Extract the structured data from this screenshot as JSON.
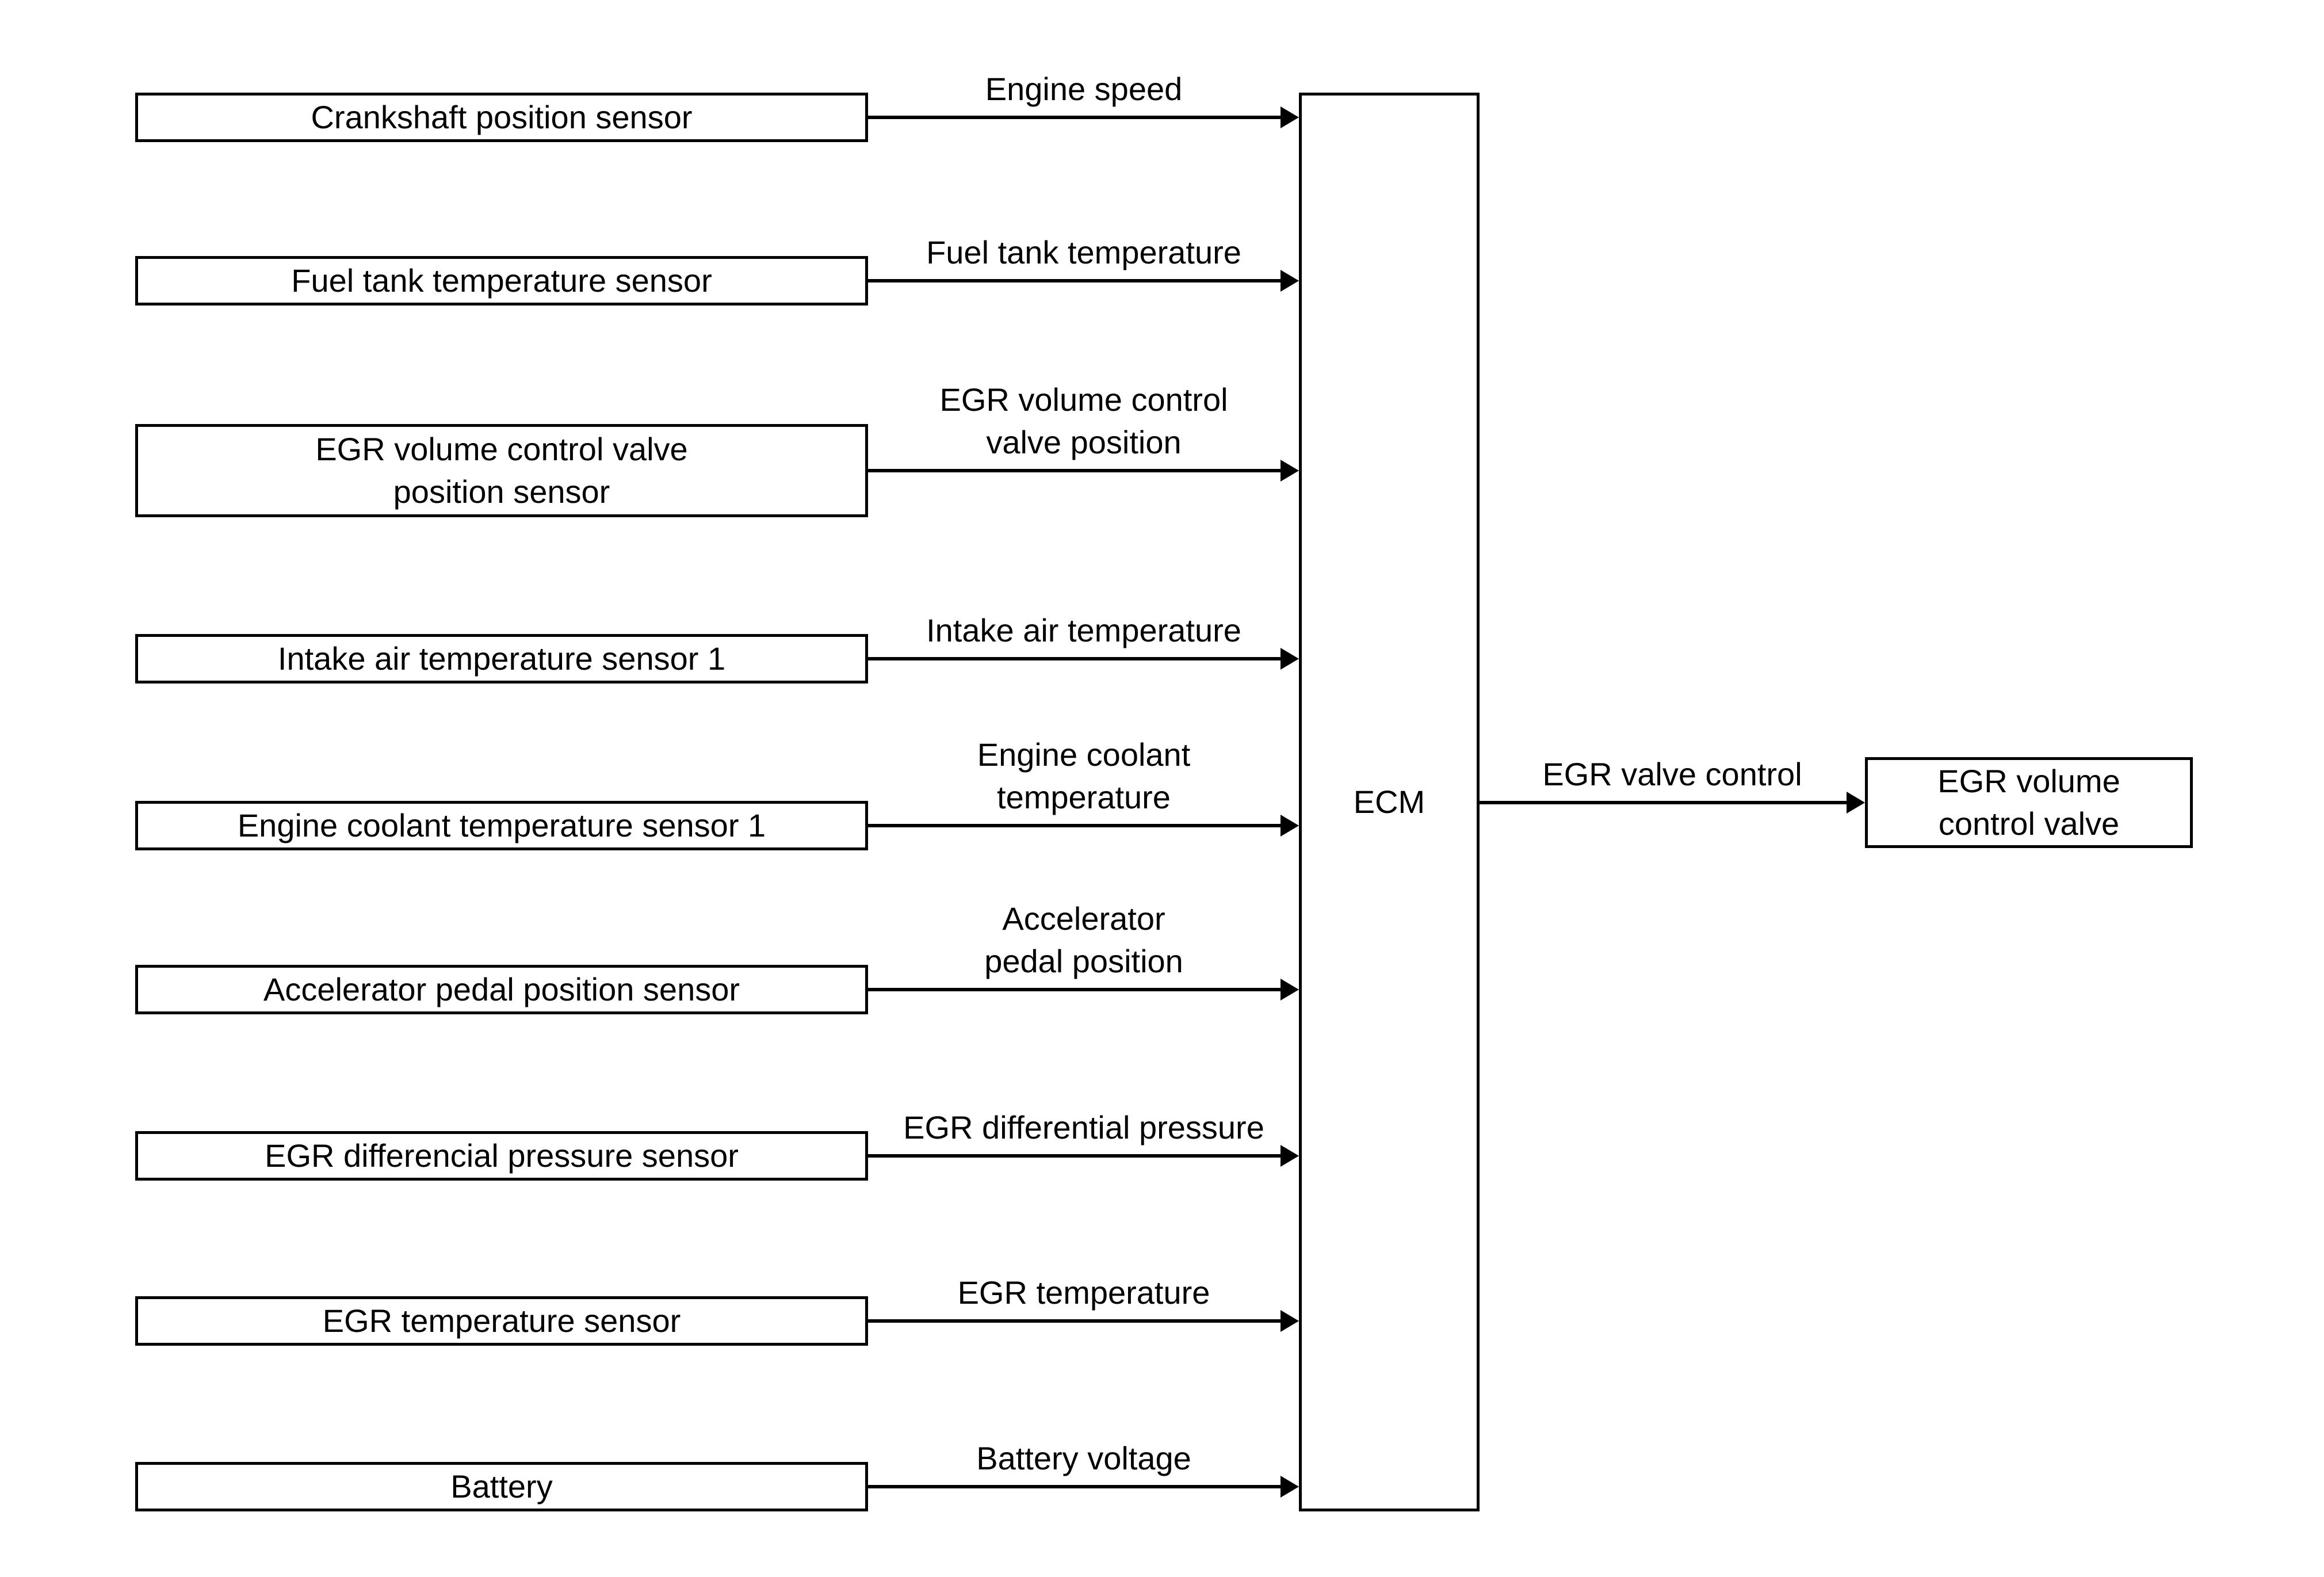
{
  "diagram": {
    "ecm_label": "ECM",
    "inputs": [
      {
        "source": "Crankshaft position sensor",
        "signal": "Engine speed"
      },
      {
        "source": "Fuel tank temperature sensor",
        "signal": "Fuel tank temperature"
      },
      {
        "source": [
          "EGR volume control valve",
          "position sensor"
        ],
        "signal": [
          "EGR volume control",
          "valve position"
        ]
      },
      {
        "source": "Intake air temperature sensor 1",
        "signal": "Intake air temperature"
      },
      {
        "source": "Engine coolant temperature sensor 1",
        "signal": [
          "Engine coolant",
          "temperature"
        ]
      },
      {
        "source": "Accelerator pedal position sensor",
        "signal": [
          "Accelerator",
          "pedal position"
        ]
      },
      {
        "source": "EGR differencial pressure sensor",
        "signal": "EGR differential pressure"
      },
      {
        "source": "EGR temperature sensor",
        "signal": "EGR temperature"
      },
      {
        "source": "Battery",
        "signal": "Battery voltage"
      }
    ],
    "output": {
      "signal": "EGR valve control",
      "target": [
        "EGR volume",
        "control valve"
      ]
    },
    "colors": {
      "foreground": "#000000",
      "background": "#ffffff"
    }
  }
}
